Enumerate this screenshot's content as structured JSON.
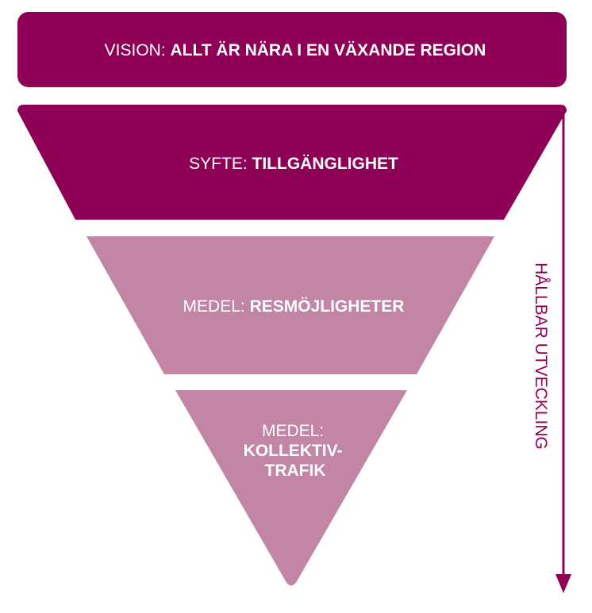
{
  "colors": {
    "dark": "#8e0055",
    "light": "#c285a6",
    "text": "#ffffff",
    "background": "#ffffff"
  },
  "vision": {
    "prefix": "VISION: ",
    "label": "ALLT ÄR NÄRA I EN VÄXANDE REGION"
  },
  "syfte": {
    "prefix": "SYFTE: ",
    "label": "TILLGÄNGLIGHET"
  },
  "medel_1": {
    "prefix": "MEDEL: ",
    "label": "RESMÖJLIGHETER"
  },
  "medel_2": {
    "prefix": "MEDEL:",
    "label_line1": "KOLLEKTIV-",
    "label_line2": "TRAFIK"
  },
  "arrow": {
    "label": "HÅLLBAR UTVECKLING",
    "icon": "arrow-down-icon"
  }
}
